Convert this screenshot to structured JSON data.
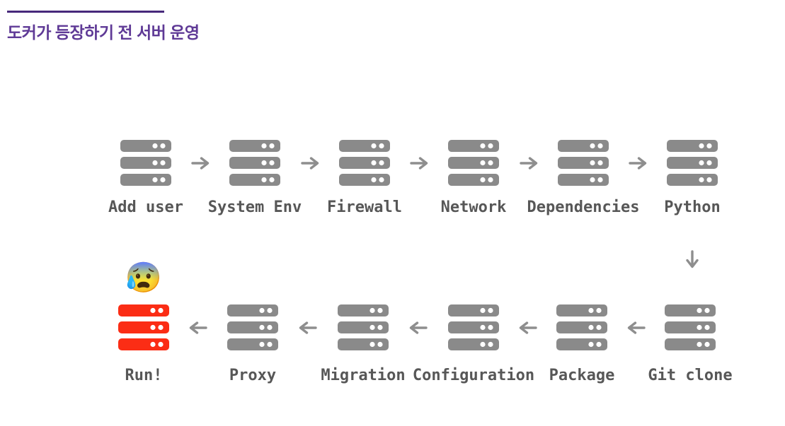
{
  "title": {
    "text": "도커가 등장하기 전 서버 운영"
  },
  "colors": {
    "accent_line": "#47297b",
    "title_text": "#5f3a96",
    "server_gray": "#8a8a8a",
    "server_red": "#fb2d15",
    "label_gray": "#575757",
    "arrow_gray": "#8e8e8e"
  },
  "flow": {
    "top_row": {
      "direction": "right",
      "arrow_glyph": "→",
      "nodes": [
        {
          "label": "Add user",
          "color": "gray"
        },
        {
          "label": "System Env",
          "color": "gray"
        },
        {
          "label": "Firewall",
          "color": "gray"
        },
        {
          "label": "Network",
          "color": "gray"
        },
        {
          "label": "Dependencies",
          "color": "gray"
        },
        {
          "label": "Python",
          "color": "gray"
        }
      ]
    },
    "connector_arrow": "↓",
    "bottom_row": {
      "direction": "left",
      "arrow_glyph": "←",
      "nodes": [
        {
          "label": "Run!",
          "color": "red",
          "emoji": "😰"
        },
        {
          "label": "Proxy",
          "color": "gray"
        },
        {
          "label": "Migration",
          "color": "gray"
        },
        {
          "label": "Configuration",
          "color": "gray"
        },
        {
          "label": "Package",
          "color": "gray"
        },
        {
          "label": "Git clone",
          "color": "gray"
        }
      ]
    }
  }
}
